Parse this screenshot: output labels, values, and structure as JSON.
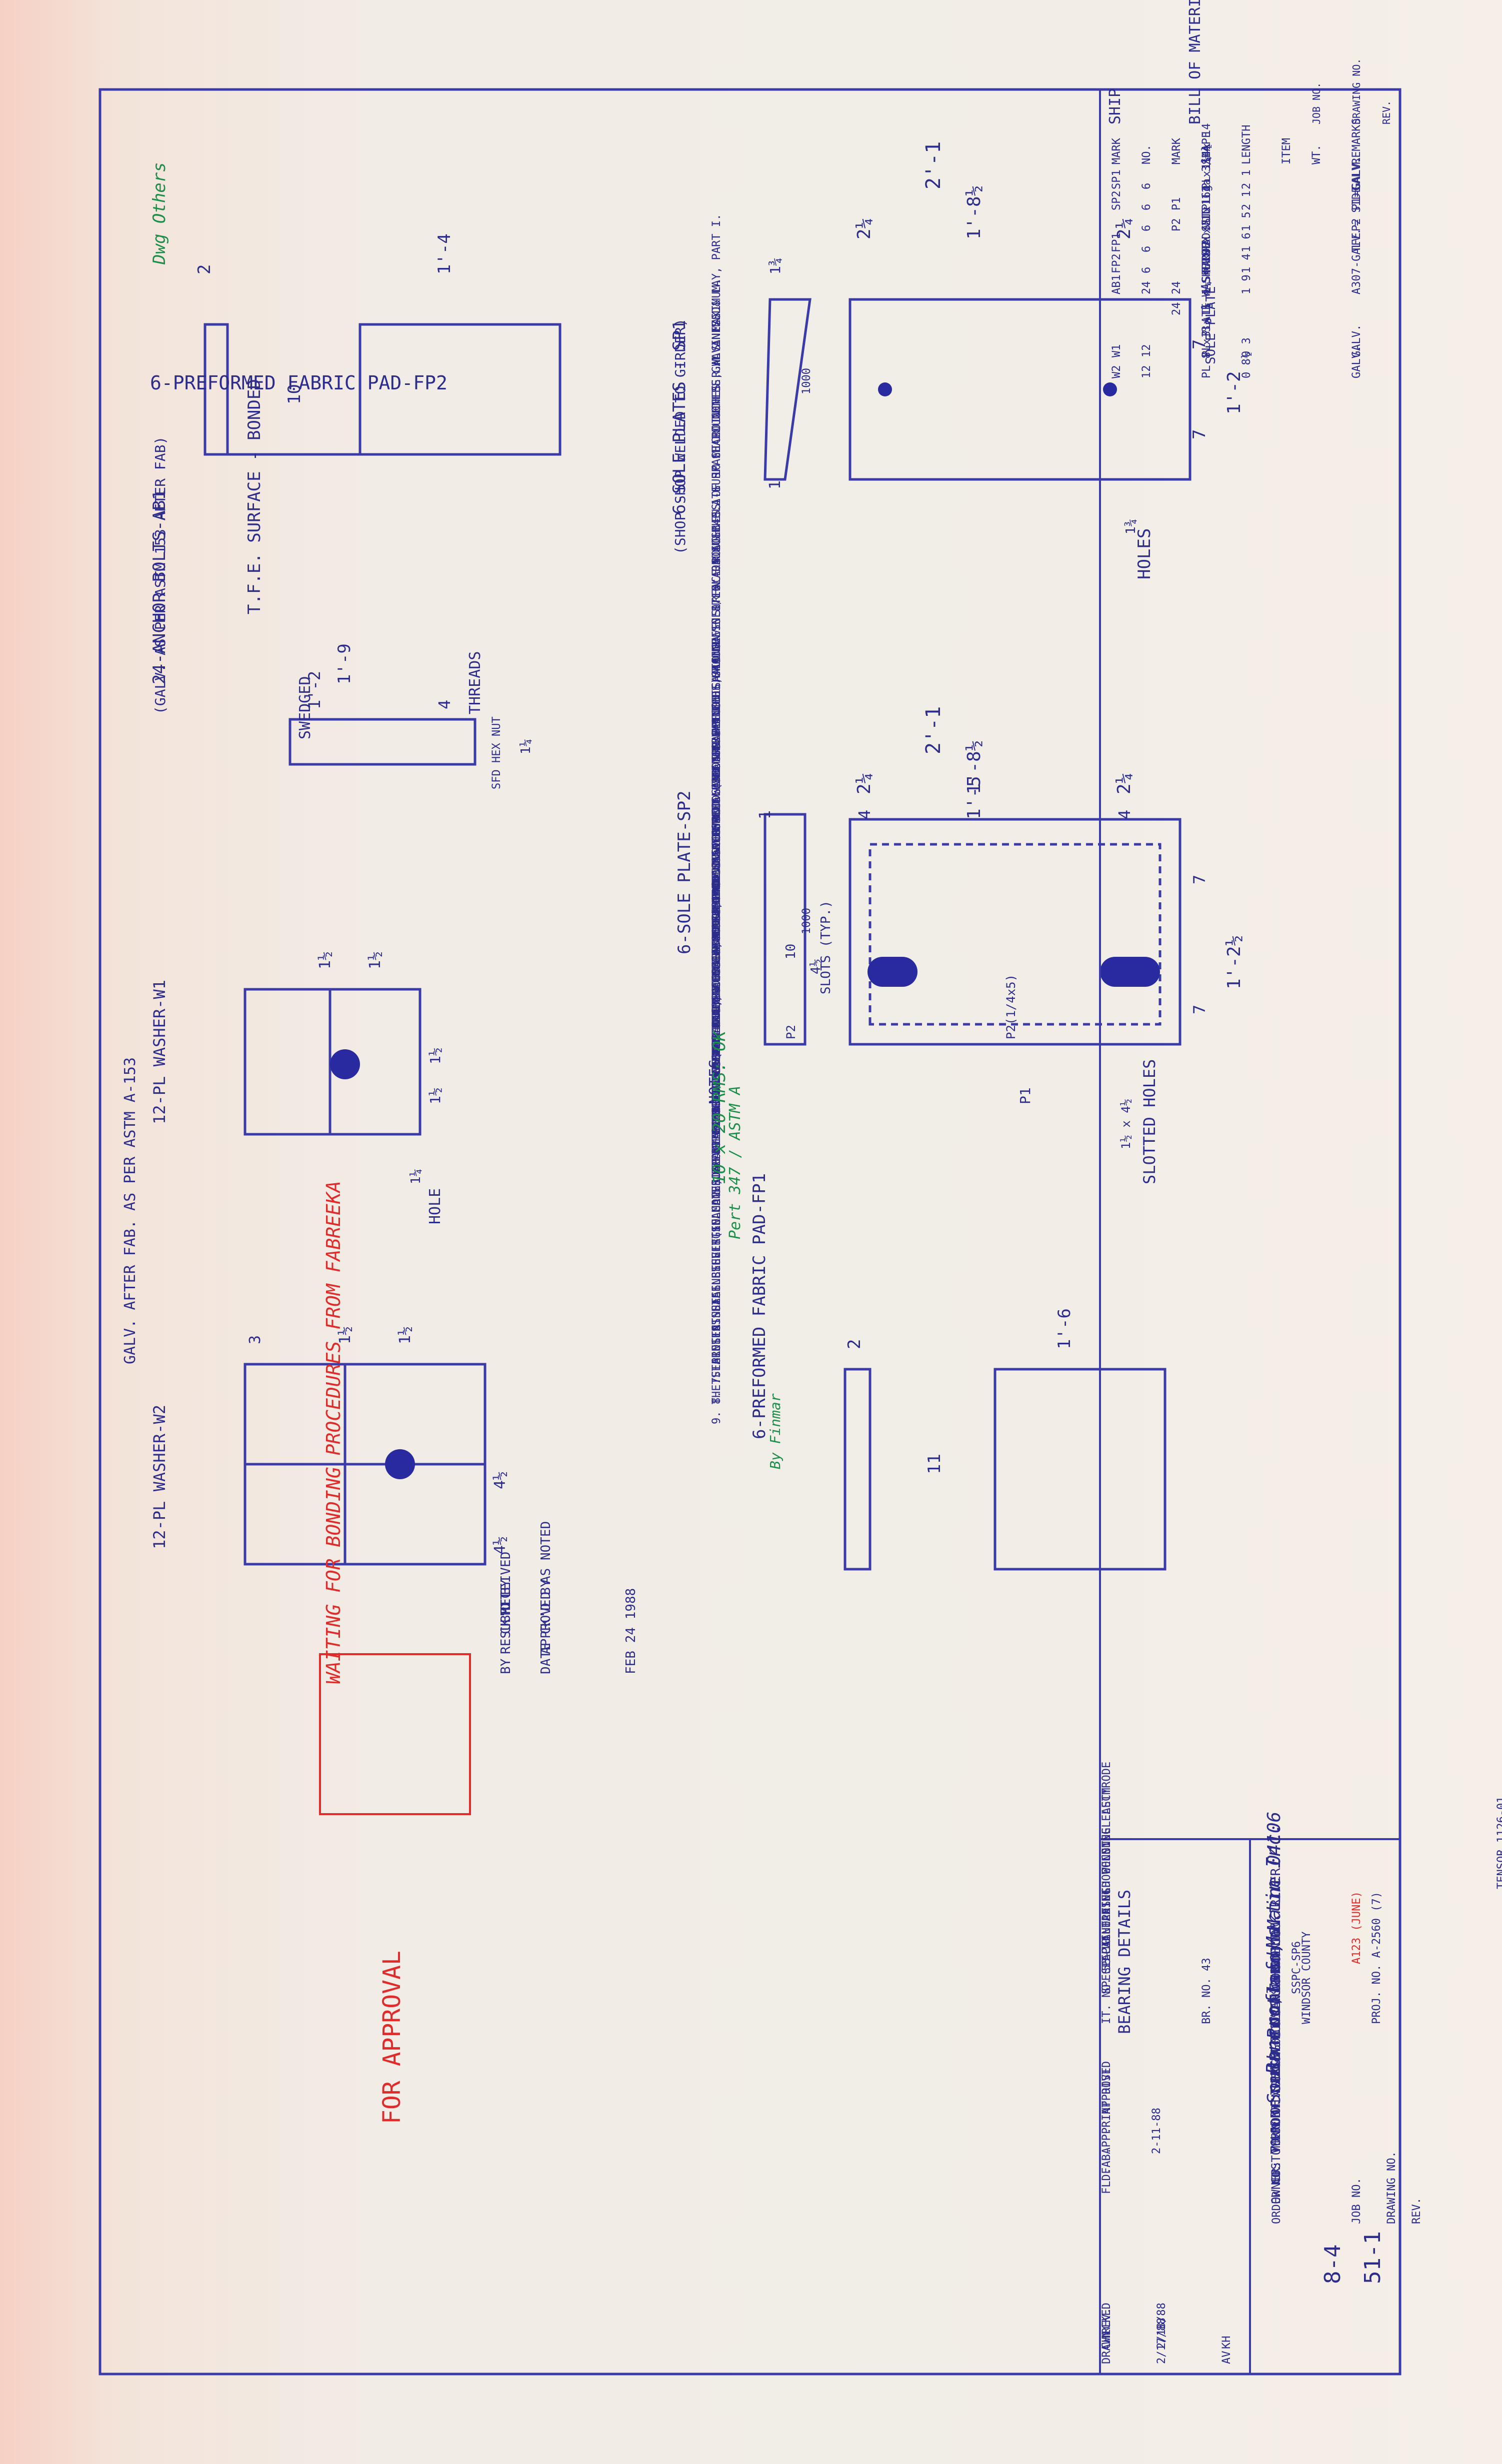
{
  "views": {
    "pad_fp2": {
      "title": "6-PREFORMED FABRIC PAD-FP2",
      "note": "Dwg Others",
      "tfe": "T.F.E. SURFACE - BONDED",
      "dim_top": "1'-4",
      "dim_side": "10",
      "thk": "2"
    },
    "sole_sp1": {
      "title": "6-SOLE PLATES - SP1",
      "sub": "(SHOP SHOP WELDED TO GIRDER)",
      "dim_total": "2'-1",
      "dim_mid": "1'-8½",
      "dim_left": "2¼",
      "dim_right": "2¼",
      "dim_h1": "7",
      "dim_h2": "7",
      "dim_h": "1'-2",
      "dim_t": "1¾",
      "slope": "1000",
      "holes": "HOLES",
      "hole_dia": "1¾",
      "tick": "1"
    },
    "anchor_ab1": {
      "title": "24-ANCHOR BOLTS-AB1",
      "sub": "(GALV. AS PER ASTM 153 AFTER FAB)",
      "dim_total": "1'-9",
      "dim_swedged": "1'-2",
      "dim_threads": "4",
      "swedged": "SWEDGED",
      "threads": "THREADS",
      "nut": "SFD HEX NUT",
      "dia": "1¼"
    },
    "sole_sp2": {
      "title": "6-SOLE PLATE-SP2",
      "dim_total": "2'-1",
      "dim_mid": "1'-8½",
      "dim_inner": "1'-5",
      "dim_l": "2¼",
      "dim_r": "2¼",
      "dim_4l": "4",
      "dim_4r": "4",
      "dim_h": "1'-2½",
      "dim_7a": "7",
      "dim_7b": "7",
      "slots": "SLOTS (TYP.)",
      "slot_w": "4½",
      "slope": "1000",
      "ten": "10",
      "tick": "1",
      "slotted": "SLOTTED HOLES",
      "hole": "1½ x 4½",
      "p1": "P1",
      "p2": "P2",
      "p2_note": "P2(1/4x5)"
    },
    "washer_w1": {
      "title": "12-PL WASHER-W1",
      "dim_a": "1½",
      "dim_b": "1½",
      "dim_c": "1½",
      "dim_d": "1½",
      "hole": "HOLE",
      "hole_dia": "1¼"
    },
    "washer_w2": {
      "title": "12-PL WASHER-W2",
      "galv": "GALV. AFTER FAB. AS PER ASTM A-153",
      "dim_a": "1½",
      "dim_b": "1½",
      "dim_3": "3",
      "dim_4a": "4½",
      "dim_4b": "4½"
    },
    "pad_fp1": {
      "title": "6-PREFORMED FABRIC PAD-FP1",
      "dim_top": "1'-6",
      "dim_side": "11",
      "thk": "2",
      "note": "By Finmar"
    }
  },
  "notes": {
    "heading": "NOTES:",
    "items": [
      "1. ✓ DENOTES MACHINE SURFACE ROUGHNESS ALLOWABLE (IN MICRO INCHES) AS DEFINED IN A.S.A. B46.1-SURFACE ROUGHNESS, WAVINESS & LAY, PART I.",
      "2. SOLE PLATES, ANCHOR BOLTS, NUTS, AND WASHERS SHALL BE GALVANIZED. STAINLESS STEEL ON SOLE PLATE SP SHALL NOT BE GALVANIZED.",
      "3. PRIOR TO GALVANIZING, ALL CORNERS AND EDGES OF STEEL PLATES SHALL BE GROUND TO 1/16\" RADIUS.",
      "4. THICKER EDGE OF SOLE PLATE TO BE MARKED ⊗",
      "5. PREFORMED FABRIC PADS SHALL CONFORM TO VERMONT STD. SPECS. SECT 731.01.",
      "6. STAINLESS STEEL (10 GAGE) SHALL BE A.S.T.M. A-240 TYPE 304. THE SURFACE IN CONTACT WITH THE TEFLON SHALL HAVE SURFACE ROUGHNESS OF 10 MICROINCHES R.M.S. MAXIMUM.",
      "7. PROTECT STAINLESS STEEL ON SOLE PLATES DURING HANDLING, STORAGE AND SHIPMENT WITH WOOD AND STRAPPING.",
      "8. TFE RESIN SHALL BE VIRGIN MATERIAL MEETING THE REQUIREMENTS OF SECTION 731.04 OF VERMONT STANDARD SPECIFICATIONS.",
      "9. THE STAINLESS STEEL SHEET SHALL BE EPOXY BONDED AND SPOT WELDED BY FABREEKA PRODUCTS CO."
    ]
  },
  "annotations": {
    "green_rms": "10 x 20 RMS: OK",
    "green_astm": "Pert 347 / ASTM A",
    "red_box": "WAITING FOR BONDING PROCEDURES FROM FABREEKA",
    "for_approval": "FOR APPROVAL",
    "received": "RECEIVED",
    "ckd_by": "CK'D BY",
    "ckd_by2": "CK'D BY",
    "resubmit": "RESUBMIT",
    "approved_as_noted": "APPROVED AS NOTED",
    "by": "BY",
    "date": "DATE",
    "stamp_date": "FEB 24 1988",
    "tenson": "TENSOR 1126-01"
  },
  "bom": {
    "header": "SHIP",
    "title": "BILL OF MATERIAL",
    "job_no_label": "JOB NO.",
    "drawing_no_label": "DRAWING NO.",
    "rev_label": "REV.",
    "columns": [
      "MARK",
      "NO.",
      "MARK",
      "SHAPE",
      "LENGTH",
      "ITEM",
      "WT.",
      "REMARKS"
    ],
    "rows": [
      [
        "SP1",
        "6",
        "",
        "PL 1¾ x 14",
        "2 1",
        "",
        "",
        "GALV."
      ],
      [
        "SP2",
        "6",
        "P1",
        "PL 1 x 14½",
        "2 1",
        "",
        "",
        "P1=GALV."
      ],
      [
        "",
        "6",
        "P2",
        "SST 16ga 3/14",
        "1 5",
        "",
        "",
        "P2"
      ],
      [
        "FP1",
        "6",
        "",
        "PAD 2 x 11",
        "1 6",
        "",
        "",
        "TFE = SIDE"
      ],
      [
        "FP2",
        "6",
        "",
        "PAD 2 x 10",
        "1 4",
        "",
        "",
        ""
      ],
      [
        "AB1",
        "24",
        "24",
        "1¼ Φ ROD",
        "1 9",
        "",
        "",
        "A307-GALV."
      ],
      [
        "",
        "",
        "24",
        "1¼ Φ SFD HEX NUT",
        "",
        "",
        "",
        ""
      ],
      [
        "",
        "",
        "",
        "PLATE WASHERS",
        "",
        "",
        "",
        ""
      ],
      [
        "W1",
        "12",
        "",
        "PL 3 x 3",
        "0 3",
        "",
        "",
        "GALV."
      ],
      [
        "W2",
        "12",
        "",
        "PL 8 x 3",
        "0 8½",
        "",
        "",
        "GALV."
      ]
    ],
    "section_sole": "SOLE PLATE"
  },
  "title_block": {
    "company": "Bancroft & Martin Inc.",
    "city": "South Portland, Maine 04106",
    "sheet_title": "BEARING DETAILS",
    "job": "JOB: T.H. 430 OVER THE BLACK RIVER",
    "town": "TOWN OF SPRINGFIELD, VERMONT",
    "customer": "CUSTOMER: WINTERSET CONSTRUCTION CO.",
    "owner": "OWNER: VERMONT AGENCY OF TRANSPORTATION",
    "order": "ORDER NO.",
    "job_no": "JOB NO.",
    "drawing_no_label": "DRAWING NO.",
    "rev": "REV.",
    "job_number": "8-4",
    "drawing_no": "51-1",
    "br_no": "BR. NO. 43",
    "county": "WINDSOR COUNTY",
    "it_no": "IT. NO. 53-10",
    "proj_no": "PROJ. NO. A-2560 (7)",
    "steel": "STEEL ASTM",
    "welding": "WELDING ELECTRODE",
    "shop_conn": "SHOP CONN.",
    "field_conn": "FIELD CONN.",
    "holes": "HOLES",
    "paint": "PAINT",
    "special_paint": "SPECIAL PAINT",
    "special_cleaning": "SPECIAL CLEANING",
    "approved": "APPROVED",
    "print_dist": "PRINT DIST",
    "app": "APP.",
    "fab": "FAB.",
    "field": "FLD.",
    "drawn": "DRAWN",
    "checked": "CHECKED",
    "rev2": "REV.",
    "drawn_date": "2/17/88",
    "checked_date": "2/18/88",
    "drawn_by": "AV",
    "checked_by": "KH",
    "a123": "A123 (JUNE)",
    "sspc": "SSPC-SP6",
    "app_date": "2-11-88"
  }
}
